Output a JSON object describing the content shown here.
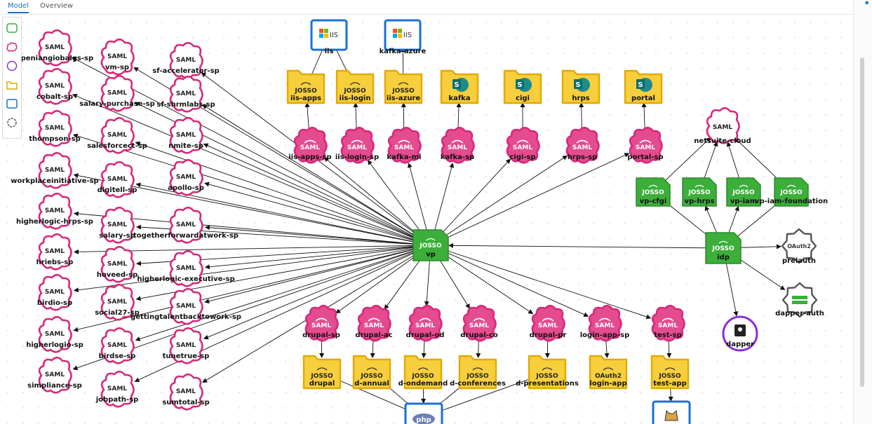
{
  "tabs": [
    {
      "label": "Model",
      "active": true
    },
    {
      "label": "Overview",
      "active": false
    }
  ],
  "palette": [
    {
      "icon": "green-rect-icon"
    },
    {
      "icon": "pink-cloud-icon"
    },
    {
      "icon": "purple-circle-icon"
    },
    {
      "icon": "yellow-folder-icon"
    },
    {
      "icon": "blue-rect-icon"
    },
    {
      "icon": "gear-outline-icon"
    }
  ],
  "colors": {
    "saml_border": "#d6297a",
    "saml_fill": "#ffffff",
    "sp_fill": "#e54b8f",
    "josso_green": "#3cae3a",
    "folder_yellow": "#f7cf3c",
    "folder_border": "#e2a900",
    "blue_border": "#1a6fd6",
    "purple": "#8b2fd6",
    "gear_border": "#555555"
  },
  "labels": {
    "saml": "SAML",
    "josso": "JOSSO",
    "iis": "IIS",
    "oauth2": "OAuth2",
    "php": "php"
  },
  "saml_left": [
    {
      "id": "s1",
      "name": "apeniangiobalgs-sp"
    },
    {
      "id": "s2",
      "name": "cobalt-sp"
    },
    {
      "id": "s3",
      "name": "thompson-sp"
    },
    {
      "id": "s4",
      "name": "workplaceinitiative-sp"
    },
    {
      "id": "s5",
      "name": "higherlogic-hrps-sp"
    },
    {
      "id": "s6",
      "name": "hriebs-sp"
    },
    {
      "id": "s7",
      "name": "birdio-sp"
    },
    {
      "id": "s8",
      "name": "higherlogio-sp"
    },
    {
      "id": "s9",
      "name": "simpliance-sp"
    },
    {
      "id": "m1",
      "name": "vm-sp"
    },
    {
      "id": "m2",
      "name": "salary-purchase-sp"
    },
    {
      "id": "m3",
      "name": "salesforcect-sp"
    },
    {
      "id": "m4",
      "name": "digitell-sp"
    },
    {
      "id": "m5",
      "name": "salary-sp"
    },
    {
      "id": "m6",
      "name": "hoveed-sp"
    },
    {
      "id": "m7",
      "name": "social27-sp"
    },
    {
      "id": "m8",
      "name": "birdse-sp"
    },
    {
      "id": "m9",
      "name": "jobpath-sp"
    },
    {
      "id": "r1",
      "name": "sf-accelerator-sp"
    },
    {
      "id": "r2",
      "name": "sf-shrmlabs-sp"
    },
    {
      "id": "r3",
      "name": "nmite-sp"
    },
    {
      "id": "r4",
      "name": "apollo-sp"
    },
    {
      "id": "r5",
      "name": "togetherforwardatwork-sp"
    },
    {
      "id": "r6",
      "name": "higherlogic-executive-sp"
    },
    {
      "id": "r7",
      "name": "gettingtalentbacktowork-sp"
    },
    {
      "id": "r8",
      "name": "tunetrue-sp"
    },
    {
      "id": "r9",
      "name": "sumtotal-sp"
    }
  ],
  "top_iis": [
    {
      "id": "iis1",
      "label": "iis"
    },
    {
      "id": "iis2",
      "label": "kafka-azure"
    }
  ],
  "top_josso": [
    {
      "id": "j1",
      "name": "iis-apps"
    },
    {
      "id": "j2",
      "name": "iis-login"
    },
    {
      "id": "j3",
      "name": "iis-azure"
    }
  ],
  "top_sharepoint": [
    {
      "id": "sh1",
      "name": "kafka"
    },
    {
      "id": "sh2",
      "name": "cigi"
    },
    {
      "id": "sh3",
      "name": "hrps"
    },
    {
      "id": "sh4",
      "name": "portal"
    }
  ],
  "top_sp": [
    {
      "id": "p1",
      "name": "iis-apps-sp"
    },
    {
      "id": "p2",
      "name": "iis-login-sp"
    },
    {
      "id": "p3",
      "name": "kafka-mi"
    },
    {
      "id": "p4",
      "name": "kafka-sp"
    },
    {
      "id": "p5",
      "name": "cigi-sp"
    },
    {
      "id": "p6",
      "name": "hrps-sp"
    },
    {
      "id": "p7",
      "name": "portal-sp"
    }
  ],
  "vp": {
    "label": "JOSSO",
    "name": "vp"
  },
  "idp": {
    "label": "JOSSO",
    "name": "idp"
  },
  "netsuite": {
    "name": "netsuite-cloud"
  },
  "idp_vps": [
    {
      "id": "v1",
      "name": "vp-cfgi"
    },
    {
      "id": "v2",
      "name": "vp-hrps"
    },
    {
      "id": "v3",
      "name": "vp-iam"
    },
    {
      "id": "v4",
      "name": "vp-iam-foundation"
    }
  ],
  "right_nodes": {
    "oauth2": "prelauth",
    "dapper_auth": "dapper-auth",
    "dapper": "dapper"
  },
  "bottom_sp": [
    {
      "id": "b1",
      "name": "drupal-sp"
    },
    {
      "id": "b2",
      "name": "drupal-ac"
    },
    {
      "id": "b3",
      "name": "drupal-od"
    },
    {
      "id": "b4",
      "name": "drupal-co"
    },
    {
      "id": "b5",
      "name": "drupal-pr"
    },
    {
      "id": "b6",
      "name": "login-app-sp"
    },
    {
      "id": "b7",
      "name": "test-sp"
    }
  ],
  "bottom_josso": [
    {
      "id": "f1",
      "name": "drupal"
    },
    {
      "id": "f2",
      "name": "d-annual"
    },
    {
      "id": "f3",
      "name": "d-ondemand"
    },
    {
      "id": "f4",
      "name": "d-conferences"
    },
    {
      "id": "f5",
      "name": "d-presentations"
    },
    {
      "id": "f7",
      "name": "test-app"
    }
  ],
  "oauth_app": {
    "name": "login-app"
  }
}
